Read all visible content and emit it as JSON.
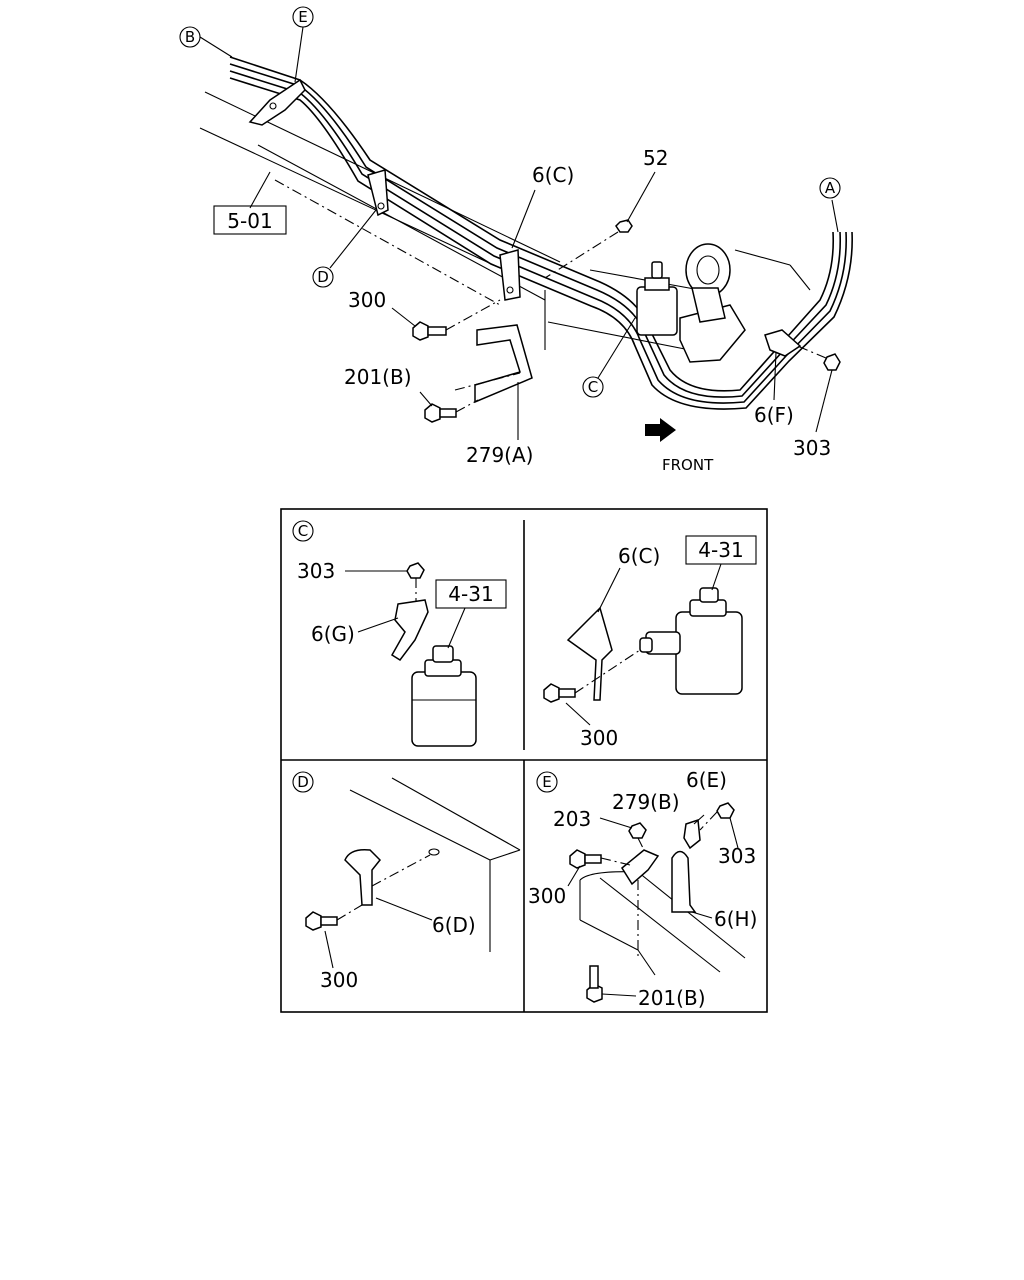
{
  "callouts": {
    "B": "B",
    "E": "E",
    "D": "D",
    "C": "C",
    "A": "A"
  },
  "main": {
    "ref_5_01": "5-01",
    "p6c": "6(C)",
    "p52": "52",
    "p300": "300",
    "p201b": "201(B)",
    "p279a": "279(A)",
    "p6f": "6(F)",
    "p303": "303",
    "front": "FRONT"
  },
  "panel_c_left": {
    "title": "C",
    "p303": "303",
    "p6g": "6(G)",
    "ref": "4-31"
  },
  "panel_c_right": {
    "p6c": "6(C)",
    "ref": "4-31",
    "p300": "300"
  },
  "panel_d": {
    "title": "D",
    "p6d": "6(D)",
    "p300": "300"
  },
  "panel_e": {
    "title": "E",
    "p203": "203",
    "p279b": "279(B)",
    "p6e": "6(E)",
    "p303": "303",
    "p300": "300",
    "p6h": "6(H)",
    "p201b": "201(B)"
  }
}
